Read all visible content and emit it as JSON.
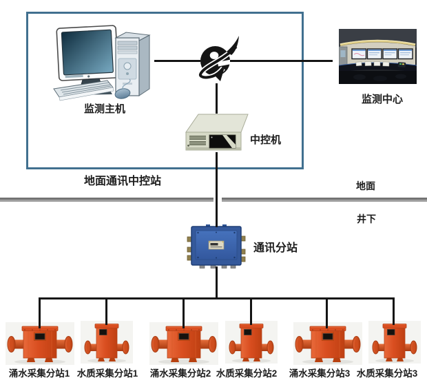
{
  "diagram": {
    "surface_station_label": "地面通讯中控站",
    "host_label": "监测主机",
    "monitor_center_label": "监测中心",
    "control_machine_label": "中控机",
    "comm_substation_label": "通讯分站",
    "surface_label": "地面",
    "underground_label": "井下",
    "stations": [
      {
        "type": "wide",
        "label": "涌水采集分站1"
      },
      {
        "type": "tall",
        "label": "水质采集分站1"
      },
      {
        "type": "wide",
        "label": "涌水采集分站2"
      },
      {
        "type": "tall",
        "label": "水质采集分站2"
      },
      {
        "type": "wide",
        "label": "涌水采集分站3"
      },
      {
        "type": "tall",
        "label": "水质采集分站3"
      }
    ],
    "colors": {
      "box_border": "#41708f",
      "device_orange": "#dd5124",
      "substation_blue": "#35599b",
      "line_black": "#141414",
      "divider_gray": "#8a8a8a"
    }
  }
}
